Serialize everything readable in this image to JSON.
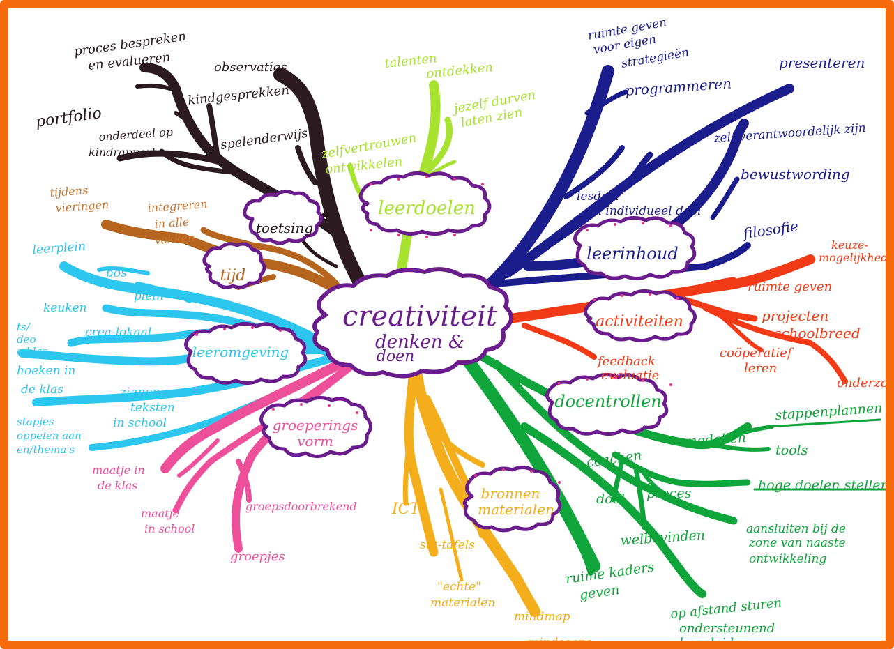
{
  "colors": {
    "frame": "#f46a0d",
    "black": "#2b1a1f",
    "lime": "#a6e22e",
    "navy": "#1c1d8c",
    "red": "#f23a16",
    "brown": "#b5651d",
    "cyan": "#2cc6ee",
    "pink": "#ee4f9a",
    "yellow": "#f4ad1b",
    "green": "#0fa53a",
    "purple": "#6a1c8c"
  },
  "center": {
    "line1": "creativiteit",
    "line2": "denken &",
    "line3": "doen"
  },
  "clouds": {
    "toetsing": "toetsing",
    "tijd": "tijd",
    "leerdoelen": "leerdoelen",
    "leerinhoud": "leerinhoud",
    "activiteiten": "activiteiten",
    "leeromgeving": "leeromgeving",
    "groeperingsvorm_1": "groeperings",
    "groeperingsvorm_2": "vorm",
    "docentrollen": "docentrollen",
    "bronnen_1": "bronnen",
    "bronnen_2": "materialen"
  },
  "black": {
    "proces_1": "proces bespreken",
    "proces_2": "en evalueren",
    "observaties": "observaties",
    "kindgesprekken": "kindgesprekken",
    "portfolio": "portfolio",
    "onderdeel_1": "onderdeel op",
    "onderdeel_2": "kindrapport",
    "spelenderwijs": "spelenderwijs"
  },
  "lime": {
    "talenten_1": "talenten",
    "talenten_2": "ontdekken",
    "jezelf_1": "jezelf durven",
    "jezelf_2": "laten zien",
    "zelfvertrouwen_1": "zelfvertrouwen",
    "zelfvertrouwen_2": "ontwikkelen"
  },
  "navy": {
    "ruimte_1": "ruimte geven",
    "ruimte_2": "voor eigen",
    "ruimte_3": "strategieën",
    "programmeren": "programmeren",
    "presenteren": "presenteren",
    "zelf": "zelf verantwoordelijk zijn",
    "bewustwording": "bewustwording",
    "lesdoel_1": "lesdoel",
    "lesdoel_2": "en individueel doel",
    "filosofie": "filosofie"
  },
  "red": {
    "keuze_1": "keuze-",
    "keuze_2": "mogelijkheden",
    "ruimte_geven": "ruimte geven",
    "projecten_1": "projecten",
    "projecten_2": "schoolbreed",
    "cooperatief_1": "coöperatief",
    "cooperatief_2": "leren",
    "onderzoek": "onderzoek",
    "feedback_1": "feedback",
    "feedback_2": "evaluatie"
  },
  "brown": {
    "tijdens_1": "tijdens",
    "tijdens_2": "vieringen",
    "integreren_1": "integreren",
    "integreren_2": "in alle",
    "integreren_3": "vakken"
  },
  "cyan": {
    "leerplein": "leerplein",
    "bos": "bos",
    "plein": "plein",
    "keuken": "keuken",
    "crea": "crea-lokaal",
    "hoeken_1": "ts/",
    "hoeken_2": "deo",
    "hoeken_3": "e klas",
    "hoeken_4": "hoeken in",
    "hoeken_5": "de klas",
    "zinnen_1": "zinnen en",
    "zinnen_2": "teksten",
    "zinnen_3": "in school",
    "stapjes_1": "stapjes",
    "stapjes_2": "oppelen aan",
    "stapjes_3": "en/thema's"
  },
  "pink": {
    "maatje_klas_1": "maatje in",
    "maatje_klas_2": "de klas",
    "maatje_school_1": "maatje",
    "maatje_school_2": "in school",
    "groepsdoorbrekend": "groepsdoorbrekend",
    "groepjes": "groepjes"
  },
  "yellow": {
    "ict": "ICT",
    "statafels": "sta-tafels",
    "echte_1": "\"echte\"",
    "echte_2": "materialen",
    "mindmap": "mindmap",
    "mindscape": "mindscape"
  },
  "green": {
    "stappenplannen": "stappenplannen",
    "modellen": "modellen",
    "tools": "tools",
    "coachen": "coachen",
    "hoge": "hoge doelen stellen",
    "doel": "doel",
    "proces": "proces",
    "welbevinden": "welbevinden",
    "aansluiten_1": "aansluiten bij de",
    "aansluiten_2": "zone van naaste",
    "aansluiten_3": "ontwikkeling",
    "ruime_1": "ruime kaders",
    "ruime_2": "geven",
    "afstand_1": "op afstand sturen",
    "afstand_2": "ondersteunend",
    "afstand_3": "begeleiden"
  }
}
